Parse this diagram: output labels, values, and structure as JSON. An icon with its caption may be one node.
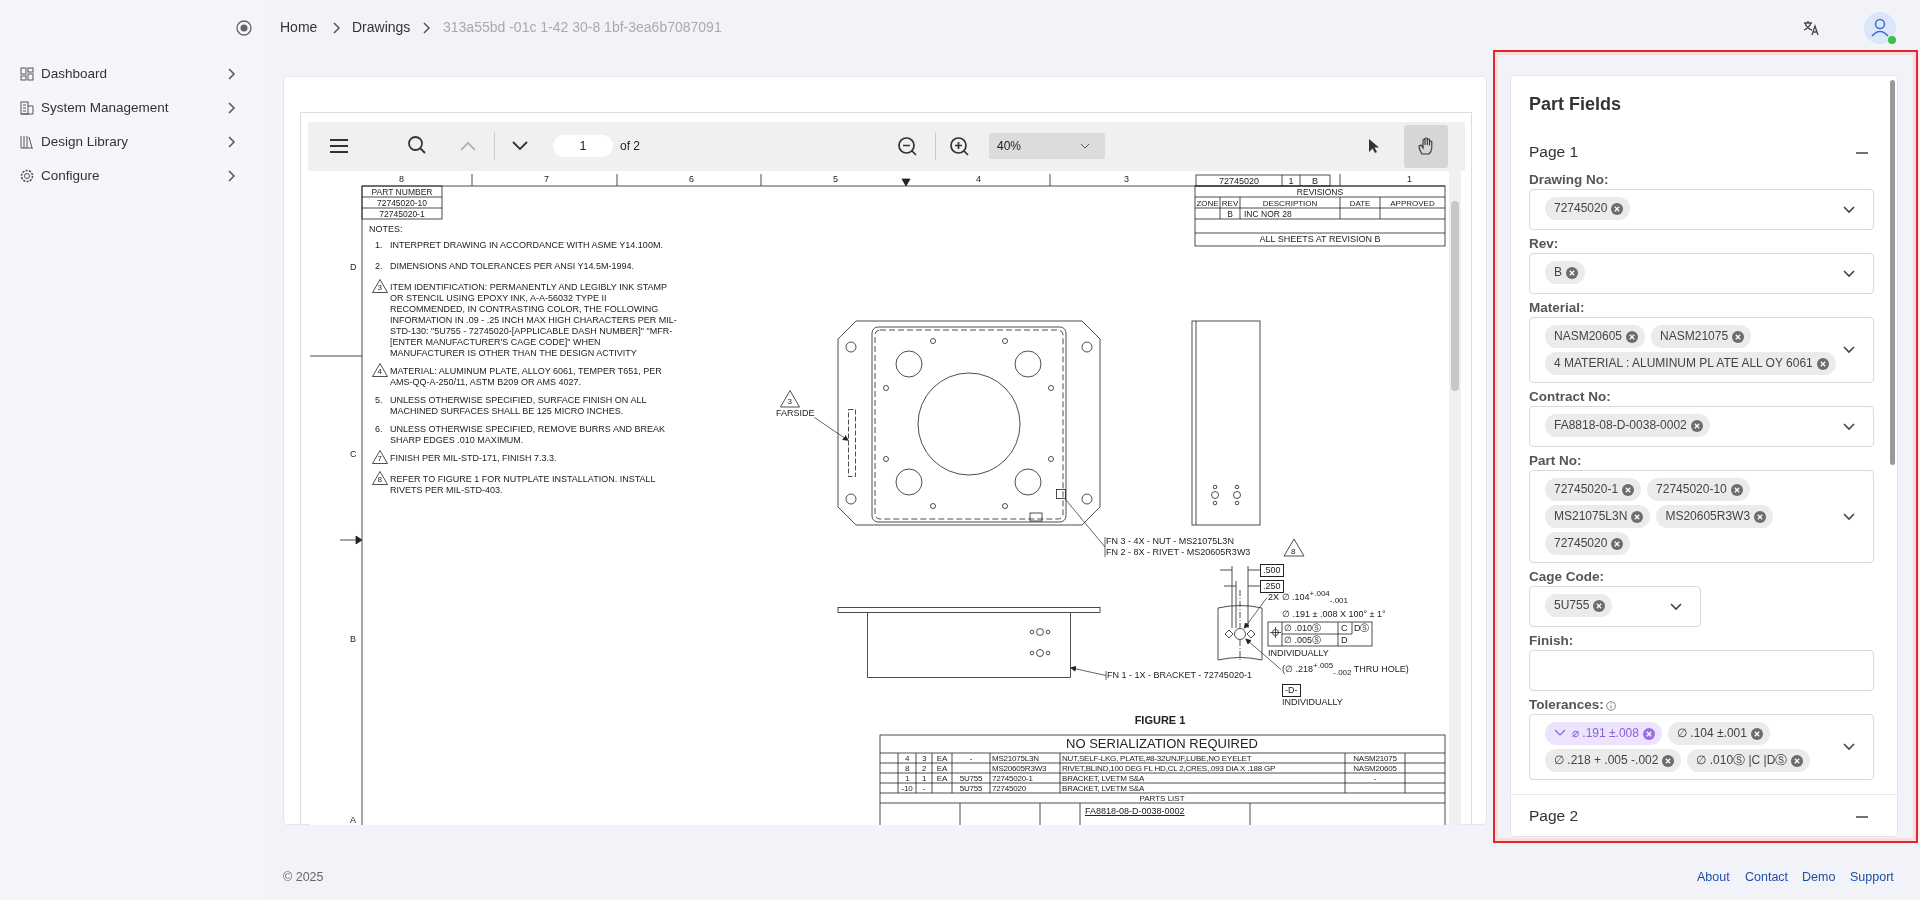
{
  "diagram": {
    "nodes": [
      {
        "text": [
          "Part Fields"
        ]
      },
      {
        "text": [
          "Page 1"
        ],
        "in": 0
      },
      {
        "text": [
          "Drawing No:",
          "72745020"
        ],
        "in": 1
      },
      {
        "text": [
          "Rev:",
          "B"
        ],
        "in": 1
      },
      {
        "text": [
          "Material:",
          "NASM20605",
          "NASM21075",
          "4 MATERIAL : ALUMINUM PL ATE ALL OY 6061"
        ],
        "in": 1
      },
      {
        "text": [
          "Contract No:",
          "FA8818-08-D-0038-0002"
        ],
        "in": 1
      },
      {
        "text": [
          "Part No:",
          "72745020-1",
          "72745020-10",
          "MS21075L3N",
          "MS20605R3W3",
          "72745020"
        ],
        "in": 1
      },
      {
        "text": [
          "Cage Code:",
          "5U755"
        ],
        "in": 1
      },
      {
        "text": [
          "Finish:"
        ],
        "in": 1
      },
      {
        "text": [
          "Tolerances:",
          "⌀ .191 ±.008",
          "∅ .104 ±.001",
          "∅ .218 + .005 -.002",
          "∅ .010Ⓢ |C |DⓈ"
        ],
        "in": 1
      },
      {
        "text": [
          "Page 2"
        ],
        "in": 0
      },
      {
        "text": [
          "3"
        ],
        "beside": [
          "FARSIDE"
        ]
      },
      {
        "text": [
          "FN 3 - 4X - NUT - MS21075L3N",
          "FN 2 - 8X - RIVET - MS20605R3W3"
        ]
      },
      {
        "text": [
          "FN 1 - 1X - BRACKET - 72745020-1"
        ]
      },
      {
        "text": [
          "(∅ .218$^{+.005}$$_{-.002}$ THRU HOLE)"
        ]
      },
      {
        "text": [
          "2X ∅ .104$^{+.004}$$_{-.001}$"
        ]
      },
      {
        "text": [],
        "shape": "box"
      },
      {
        "text": [],
        "shape": "box"
      },
      {
        "text": [],
        "shape": "picture"
      },
      {
        "text": [],
        "shape": "circle"
      }
    ],
    "edges": [
      {
        "from": 11,
        "to": 16,
        "arrow": "to"
      },
      {
        "from": 12,
        "to": 17,
        "arrow": "none"
      },
      {
        "from": 13,
        "to": 18,
        "arrow": "to"
      },
      {
        "from": 14,
        "to": 19,
        "arrow": "to"
      },
      {
        "from": 15,
        "to": 19,
        "arrow": "to"
      }
    ],
    "labels": [
      "Home",
      "Drawings",
      "313a55bd -01c 1-42 30-8 1bf-3ea6b7087091",
      "Dashboard",
      "System Management",
      "Design Library",
      "Configure",
      "1",
      "of 2",
      "40%",
      "8",
      "7",
      "6",
      "5",
      "4",
      "3",
      "1",
      "PART NUMBER",
      "72745020-10",
      "72745020-1",
      "NOTES:",
      "1.",
      "INTERPRET DRAWING IN ACCORDANCE WITH ASME Y14.100M.",
      "2.",
      "DIMENSIONS AND TOLERANCES PER ANSI Y14.5M-1994.",
      "3",
      "ITEM IDENTIFICATION: PERMANENTLY AND LEGIBLY INK STAMP OR STENCIL USING EPOXY INK, A-A-56032 TYPE II RECOMMENDED, IN CONTRASTING COLOR, THE FOLLOWING INFORMATION IN .09 - .25 INCH MAX HIGH CHARACTERS PER MIL-STD-130: \"5U755 - 72745020-[APPLICABLE DASH NUMBER]\" \"MFR-[ENTER MANUFACTURER'S CAGE CODE]\" WHEN MANUFACTURER IS OTHER THAN THE DESIGN ACTIVITY",
      "4",
      "MATERIAL: ALUMINUM PLATE, ALLOY 6061, TEMPER T651, PER AMS-QQ-A-250/11, ASTM B209 OR AMS 4027.",
      "5.",
      "UNLESS OTHERWISE SPECIFIED, SURFACE FINISH ON ALL MACHINED SURFACES SHALL BE 125 MICRO INCHES.",
      "6.",
      "UNLESS OTHERWISE SPECIFIED, REMOVE BURRS AND BREAK SHARP EDGES .010 MAXIMUM.",
      "7",
      "FINISH PER MIL-STD-171, FINISH 7.3.3.",
      "8",
      "REFER TO FIGURE 1 FOR NUTPLATE INSTALLATION. INSTALL RIVETS PER MIL-STD-403.",
      "D",
      "C",
      "B",
      "A",
      "72745020",
      "1",
      "B",
      "REVISIONS",
      "ZONE",
      "REV",
      "DESCRIPTION",
      "DATE",
      "APPROVED",
      "B",
      "INC NOR 28",
      "ALL SHEETS AT REVISION B",
      "8",
      ".500",
      ".250",
      "∅ .191 ± .008 X 100° ± 1°",
      "∅ .010Ⓢ",
      "C",
      "DⓈ",
      "∅ .005Ⓢ",
      "D",
      "INDIVIDUALLY",
      "-D-",
      "INDIVIDUALLY",
      "FIGURE 1",
      "NO SERIALIZATION REQUIRED",
      "4",
      "3",
      "EA",
      "-",
      "MS21075L3N",
      "NUT,SELF-LKG, PLATE,#8-32UNJF,LUBE,NO EYELET",
      "NASM21075",
      "8",
      "2",
      "EA",
      "MS20605R3W3",
      "RIVET,BLIND,100 DEG FL HD,CL 2,CRES,.093 DIA X .188 GP",
      "NASM20605",
      "1",
      "1",
      "EA",
      "5U755",
      "72745020-1",
      "BRACKET, LVETM S&A",
      "-",
      "-10",
      "-",
      "5U755",
      "72745020",
      "BRACKET, LVETM S&A",
      "PARTS LIST",
      "FA8818-08-D-0038-0002",
      "© 2025",
      "About",
      "Contact",
      "Demo",
      "Support"
    ]
  }
}
